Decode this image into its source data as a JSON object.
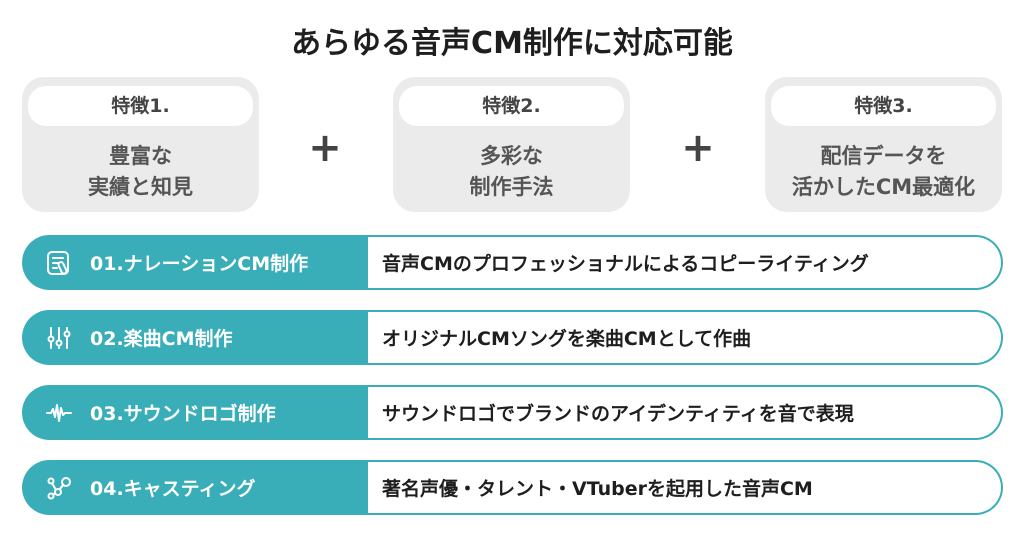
{
  "title": "あらゆる音声CM制作に対応可能",
  "features": [
    {
      "label": "特徴1.",
      "lines": [
        "豊富な",
        "実績と知見"
      ]
    },
    {
      "label": "特徴2.",
      "lines": [
        "多彩な",
        "制作手法"
      ]
    },
    {
      "label": "特徴3.",
      "lines": [
        "配信データを",
        "活かしたCM最適化"
      ]
    }
  ],
  "plus": "+",
  "services": [
    {
      "name": "01.ナレーションCM制作",
      "desc": "音声CMのプロフェッショナルによるコピーライティング",
      "icon": "document-pen-icon"
    },
    {
      "name": "02.楽曲CM制作",
      "desc": "オリジナルCMソングを楽曲CMとして作曲",
      "icon": "sliders-icon"
    },
    {
      "name": "03.サウンドロゴ制作",
      "desc": "サウンドロゴでブランドのアイデンティティを音で表現",
      "icon": "waveform-icon"
    },
    {
      "name": "04.キャスティング",
      "desc": "著名声優・タレント・VTuberを起用した音声CM",
      "icon": "network-icon"
    }
  ],
  "colors": {
    "teal": "#3aaeb8",
    "card": "#ebebeb"
  }
}
